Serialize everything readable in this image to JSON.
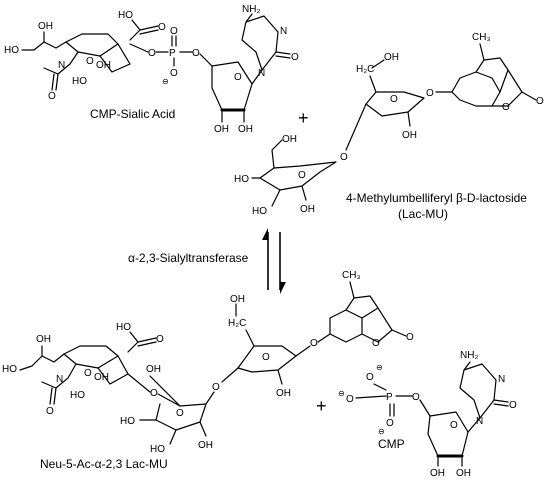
{
  "reactants": {
    "cmp_sialic_acid": {
      "caption": "CMP-Sialic Acid",
      "atoms": {
        "ho_chain": "HO",
        "oh_chain": "OH",
        "ho_acid": "HO",
        "o_acid": "O",
        "o_p1": "O",
        "p": "P",
        "o_p_dbl": "O",
        "o_p_neg": "O",
        "o_p2": "O",
        "nh_amide": "N",
        "o_ring": "O",
        "o_carbonyl": "O",
        "oh_ring": "OH",
        "ho_ring": "HO",
        "nh2": "NH₂",
        "n_cyt1": "N",
        "n_cyt2": "N",
        "o_cyt": "O",
        "o_ribose": "O",
        "oh_rib1": "OH",
        "oh_rib2": "OH"
      },
      "charges": {
        "neg": "⊖"
      }
    },
    "plus": "+",
    "lac_mu": {
      "caption_line1": "4-Methylumbelliferyl β-D-lactoside",
      "caption_line2": "(Lac-MU)",
      "atoms": {
        "ch3": "CH₃",
        "o_coum_ring": "O",
        "o_coum_co": "O",
        "o_glyc": "O",
        "h2c": "H₂C",
        "oh_ch2": "OH",
        "o_glc_ring": "O",
        "oh_glc": "OH",
        "o_link": "O",
        "oh_gal6": "OH",
        "ho_gal": "HO",
        "o_gal_ring": "O",
        "ho_gal2": "HO",
        "oh_gal2": "OH"
      }
    }
  },
  "enzyme": "α-2,3-Sialyltransferase",
  "products": {
    "sialyl_lac_mu": {
      "caption": "Neu-5-Ac-α-2,3 Lac-MU",
      "atoms": {
        "ho_chain": "HO",
        "oh_chain": "OH",
        "ho_acid": "HO",
        "o_acid": "O",
        "nh_amide": "N",
        "o_ring": "O",
        "o_carbonyl": "O",
        "oh_ring": "OH",
        "ho_ring": "HO",
        "o_link_sia": "O",
        "oh_gal4": "OH",
        "ho_gal": "HO",
        "o_gal_ring": "O",
        "ho_gal2": "HO",
        "oh_gal2": "OH",
        "o_link": "O",
        "h2c": "H₂C",
        "oh_ch2": "OH",
        "o_glc_ring": "O",
        "oh_glc": "OH",
        "o_glyc": "O",
        "ch3": "CH₃",
        "o_coum_ring": "O",
        "o_coum_co": "O"
      }
    },
    "plus": "+",
    "cmp": {
      "caption": "CMP",
      "atoms": {
        "o_p_top": "O",
        "o_p_left": "O",
        "p": "P",
        "o_p_bot": "O",
        "o_p_right": "O",
        "nh2": "NH₂",
        "n_cyt1": "N",
        "n_cyt2": "N",
        "o_cyt": "O",
        "o_ribose": "O",
        "oh_rib1": "OH",
        "oh_rib2": "OH"
      },
      "charges": {
        "neg": "⊖"
      }
    }
  }
}
